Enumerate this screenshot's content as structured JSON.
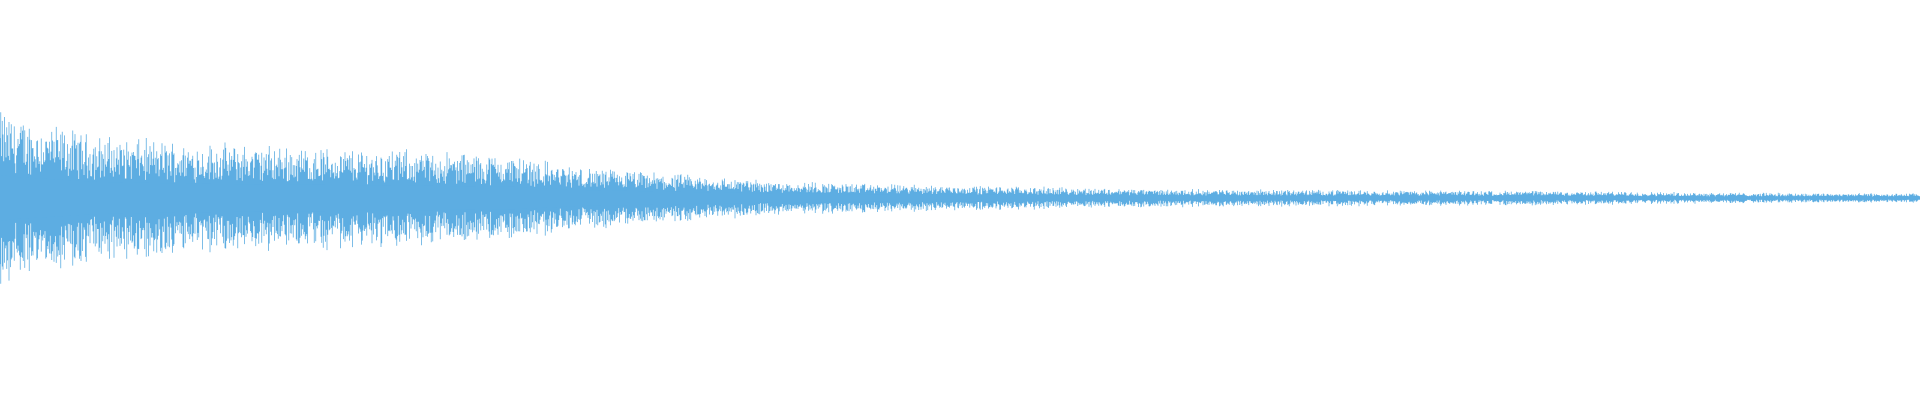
{
  "waveform": {
    "color": "#5dade2",
    "background": "#ffffff",
    "description_of_shape": "",
    "envelope": [
      {
        "t": 0.0,
        "amp": 1.0
      },
      {
        "t": 0.01,
        "amp": 0.9
      },
      {
        "t": 0.05,
        "amp": 0.7
      },
      {
        "t": 0.1,
        "amp": 0.62
      },
      {
        "t": 0.15,
        "amp": 0.58
      },
      {
        "t": 0.2,
        "amp": 0.55
      },
      {
        "t": 0.27,
        "amp": 0.48
      },
      {
        "t": 0.3,
        "amp": 0.35
      },
      {
        "t": 0.35,
        "amp": 0.27
      },
      {
        "t": 0.4,
        "amp": 0.2
      },
      {
        "t": 0.45,
        "amp": 0.16
      },
      {
        "t": 0.5,
        "amp": 0.14
      },
      {
        "t": 0.6,
        "amp": 0.1
      },
      {
        "t": 0.7,
        "amp": 0.09
      },
      {
        "t": 0.8,
        "amp": 0.08
      },
      {
        "t": 0.9,
        "amp": 0.06
      },
      {
        "t": 1.0,
        "amp": 0.05
      }
    ]
  }
}
